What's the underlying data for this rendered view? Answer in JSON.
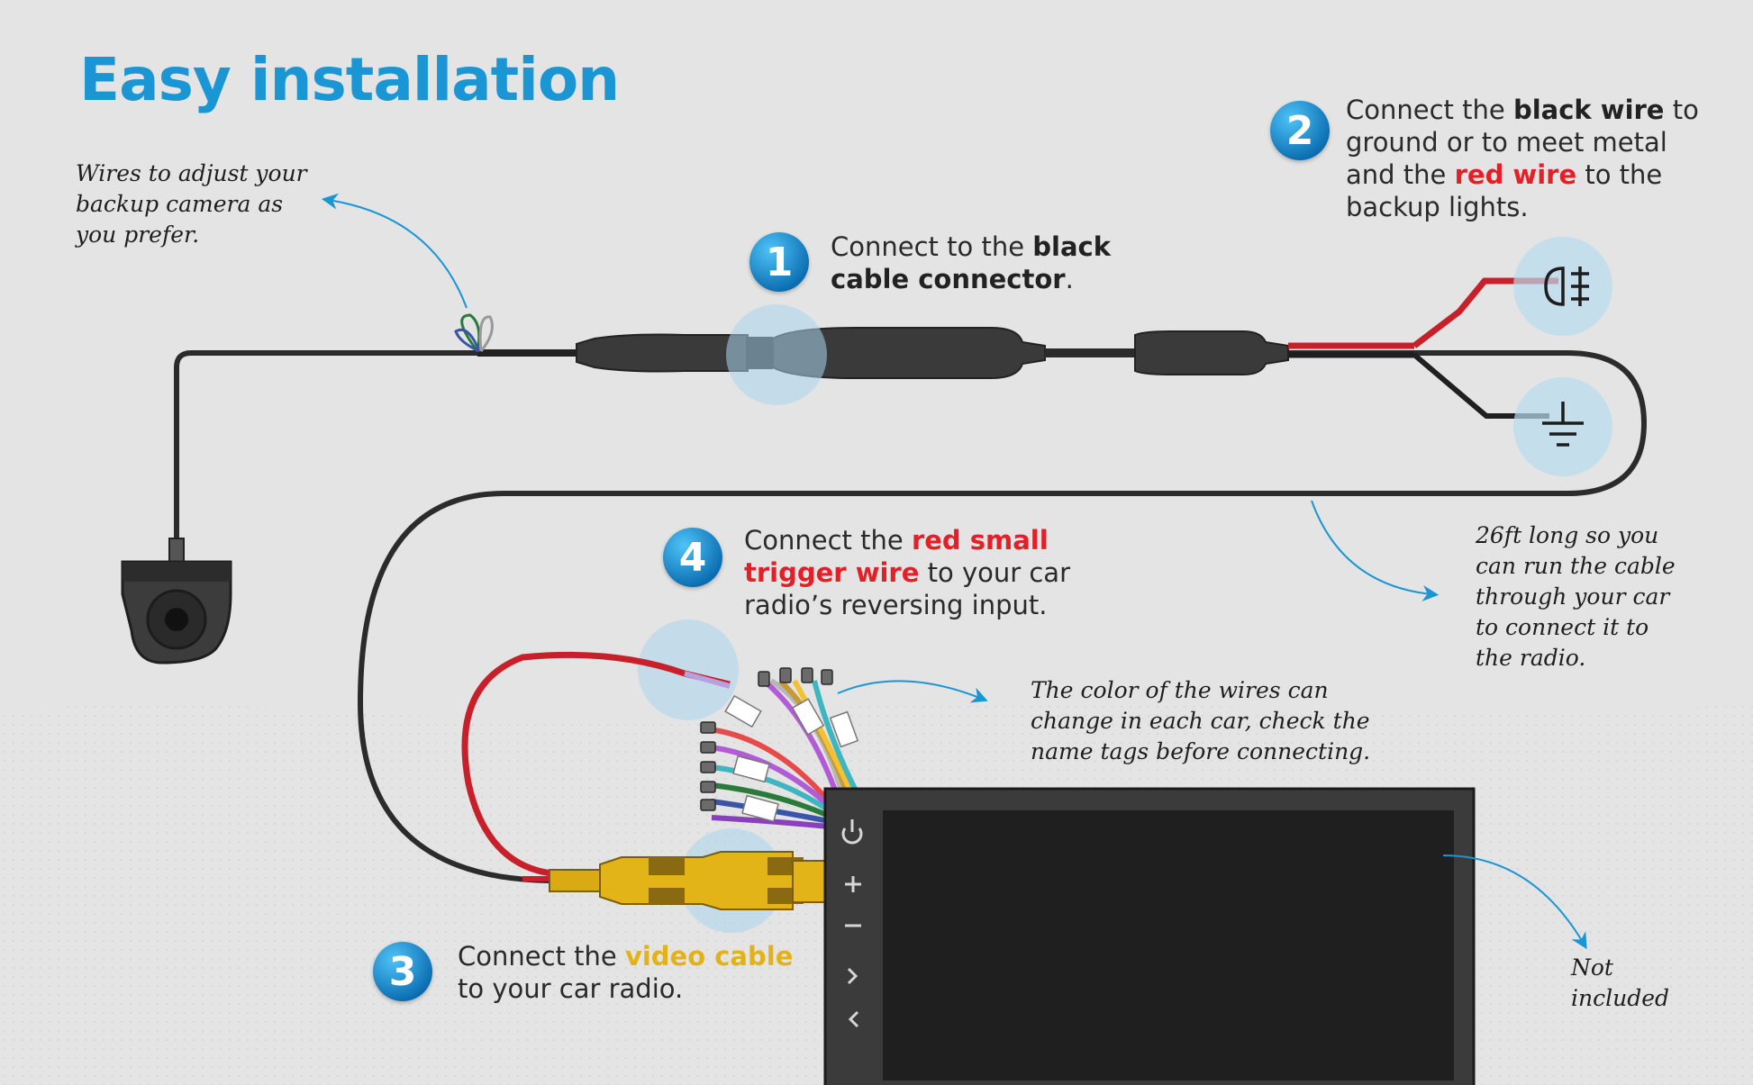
{
  "title": "Easy installation",
  "steps": [
    {
      "number": "1",
      "text_a": "Connect to the ",
      "bold": "black",
      "text_b": "cable connector",
      "text_c": "."
    },
    {
      "number": "2",
      "text_a": "Connect the ",
      "bold_a": "black wire",
      "text_b": " to",
      "line2": "ground or to meet metal",
      "text_c": "and the ",
      "bold_red": "red wire",
      "text_d": " to the",
      "line4": "backup lights."
    },
    {
      "number": "3",
      "text_a": "Connect the ",
      "highlight": "video cable",
      "line2": "to your car radio."
    },
    {
      "number": "4",
      "text_a": "Connect the ",
      "red_a": "red small",
      "red_b": "trigger wire",
      "text_b": "  to your car",
      "line3": "radio’s reversing input."
    }
  ],
  "notes": {
    "wires": [
      "Wires to adjust your",
      "backup camera as",
      "you prefer."
    ],
    "length": [
      "26ft long so you",
      "can run the cable",
      "through your car",
      "to connect it to",
      "the radio."
    ],
    "colors": [
      "The color of the wires can",
      "change in each car, check the",
      "name tags before connecting."
    ],
    "radio": [
      "Not",
      "included"
    ]
  },
  "colors": {
    "accent": "#1a96d4",
    "red": "#e32028",
    "yellow": "#e3b219",
    "cable": "#2b2b2b"
  }
}
